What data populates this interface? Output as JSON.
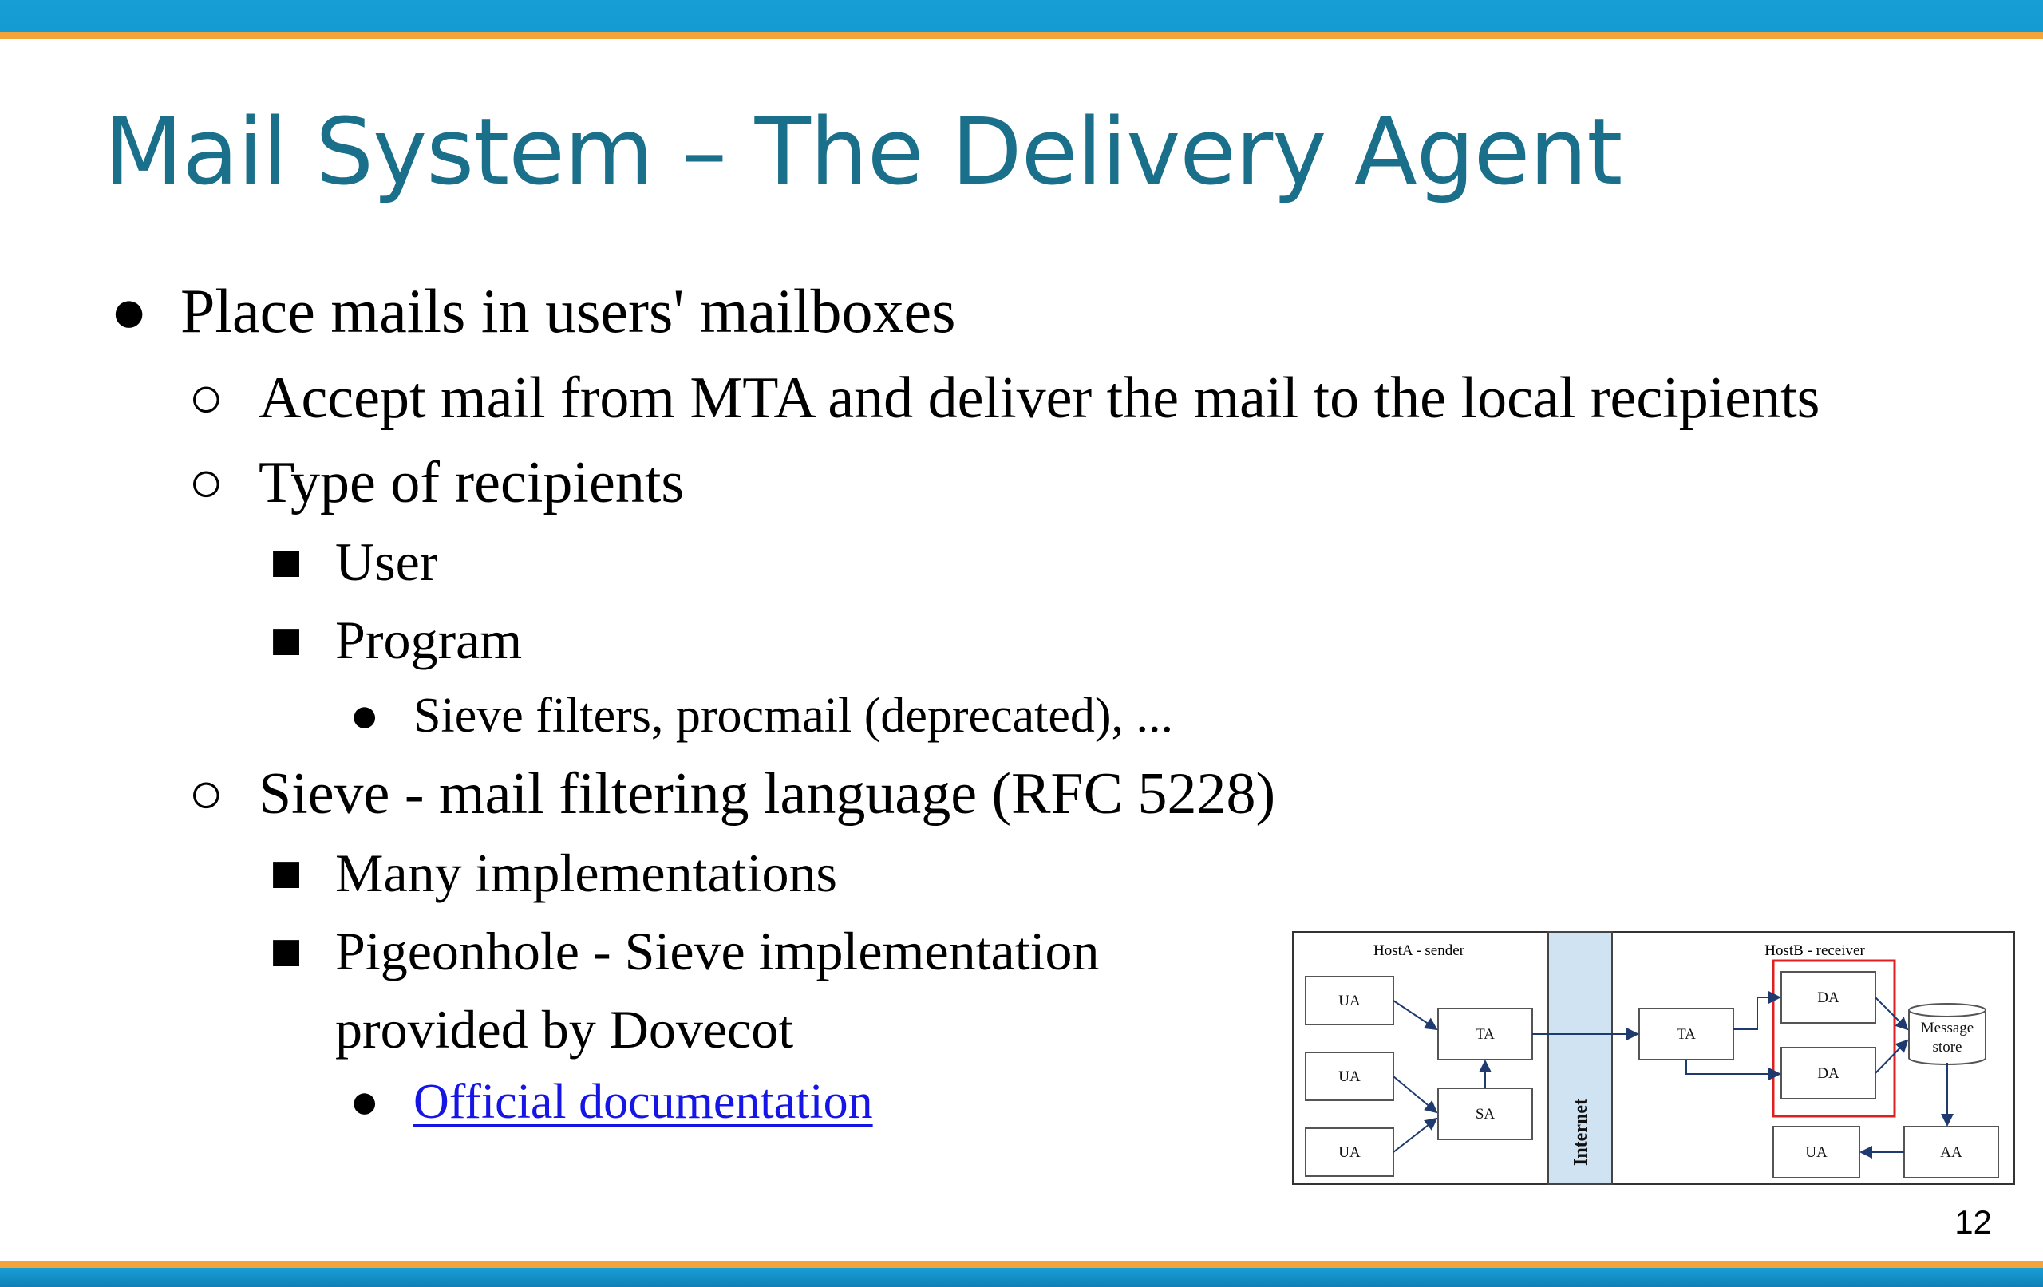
{
  "slide": {
    "title": "Mail System – The Delivery Agent",
    "page_number": "12"
  },
  "bullets": {
    "b1": "Place mails in users' mailboxes",
    "b1_1": "Accept mail from MTA and deliver the mail to the local recipients",
    "b1_2": "Type of recipients",
    "b1_2_1": "User",
    "b1_2_2": "Program",
    "b1_2_2_1": "Sieve filters, procmail (deprecated), ...",
    "b1_3": "Sieve - mail filtering language (RFC 5228)",
    "b1_3_1": "Many implementations",
    "b1_3_2_line1": "Pigeonhole - Sieve implementation",
    "b1_3_2_line2": "provided by Dovecot",
    "b1_3_2_1_link": "Official documentation"
  },
  "diagram": {
    "host_a_label": "HostA - sender",
    "host_b_label": "HostB - receiver",
    "internet_label": "Internet",
    "ua": "UA",
    "ta": "TA",
    "sa": "SA",
    "da": "DA",
    "aa": "AA",
    "message_store_line1": "Message",
    "message_store_line2": "store"
  },
  "colors": {
    "title": "#1a6f8a",
    "bar_blue": "#169fd5",
    "bar_orange": "#f2a33a",
    "link": "#1515e6",
    "internet_fill": "#cfe3f3",
    "highlight_box": "#e02020"
  }
}
